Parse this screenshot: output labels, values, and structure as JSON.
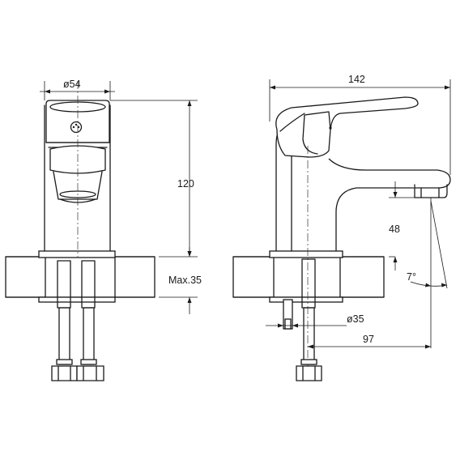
{
  "drawing": {
    "front_view": {
      "width_label": "ø54",
      "height_label": "120",
      "max_label": "Max.35"
    },
    "side_view": {
      "length_label": "142",
      "gap_label": "48",
      "angle_label": "7°",
      "shank_label": "ø35",
      "reach_label": "97"
    }
  }
}
